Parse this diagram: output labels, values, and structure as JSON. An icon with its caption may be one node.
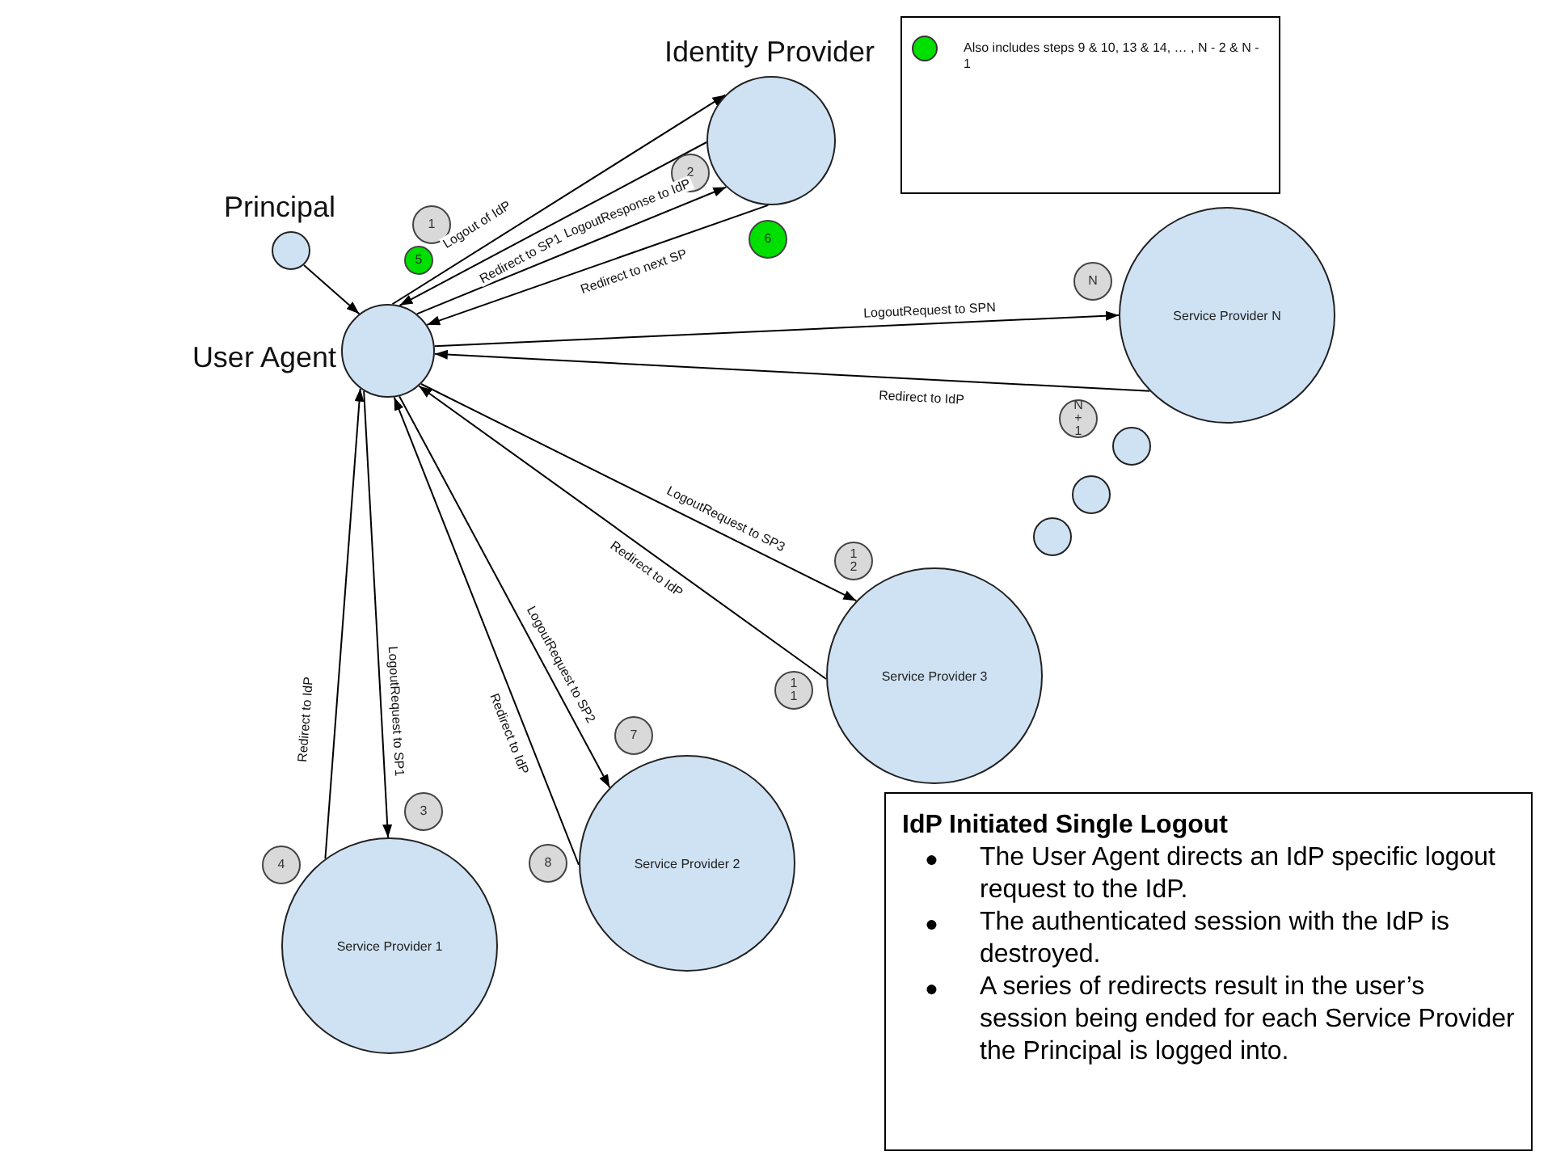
{
  "diagram": {
    "nodes": [
      {
        "text": [
          "Identity Provider"
        ]
      },
      {
        "text": [
          "Principal"
        ]
      },
      {
        "text": [
          "User Agent"
        ]
      },
      {
        "text": [
          "Service Provider N"
        ]
      },
      {
        "text": [
          "Service Provider 3"
        ]
      },
      {
        "text": [
          "Service Provider 2"
        ]
      },
      {
        "text": [
          "Service Provider 1"
        ]
      },
      {
        "text": [],
        "shape": "circle"
      },
      {
        "text": [],
        "shape": "circle"
      },
      {
        "text": [],
        "shape": "circle"
      },
      {
        "text": [
          "1"
        ]
      },
      {
        "text": [
          "2"
        ]
      },
      {
        "text": [
          "5"
        ]
      },
      {
        "text": [
          "6"
        ]
      },
      {
        "text": [
          "N"
        ]
      },
      {
        "text": [
          "N + 1"
        ]
      },
      {
        "text": [
          "12"
        ]
      },
      {
        "text": [
          "11"
        ]
      },
      {
        "text": [
          "7"
        ]
      },
      {
        "text": [
          "3"
        ]
      },
      {
        "text": [
          "4"
        ]
      },
      {
        "text": [
          "8"
        ]
      },
      {
        "text": [
          "IdP Initiated Single Logout",
          "●",
          "The User Agent directs an IdP specific logout request to the IdP.",
          "●",
          "The authenticated session with the IdP is destroyed.",
          "●",
          "A series of redirects result in the user’s session being ended for each Service Provider the Principal is logged into."
        ]
      }
    ],
    "edges": [
      {
        "from": 1,
        "to": 2,
        "arrow": "to"
      },
      {
        "from": 2,
        "to": 0,
        "arrow": "to",
        "label": "Logout of IdP"
      },
      {
        "from": 0,
        "to": 2,
        "arrow": "to",
        "label": "Redirect to SP1"
      },
      {
        "from": 2,
        "to": 0,
        "arrow": "to",
        "label": "LogoutResponse to IdP"
      },
      {
        "from": 0,
        "to": 2,
        "arrow": "to",
        "label": "Redirect to next SP"
      },
      {
        "from": 2,
        "to": 3,
        "arrow": "to",
        "label": "LogoutRequest to SPN"
      },
      {
        "from": 3,
        "to": 2,
        "arrow": "to",
        "label": "Redirect to IdP"
      },
      {
        "from": 2,
        "to": 4,
        "arrow": "to",
        "label": "LogoutRequest to SP3"
      },
      {
        "from": 4,
        "to": 2,
        "arrow": "to",
        "label": "Redirect to IdP"
      },
      {
        "from": 2,
        "to": 5,
        "arrow": "to",
        "label": "LogoutRequest to SP2"
      },
      {
        "from": 5,
        "to": 2,
        "arrow": "to",
        "label": "Redirect to IdP"
      },
      {
        "from": 2,
        "to": 6,
        "arrow": "to",
        "label": "LogoutRequest to SP1"
      },
      {
        "from": 6,
        "to": 2,
        "arrow": "to",
        "label": "Redirect to IdP"
      }
    ],
    "legend": [
      {
        "text": "Also includes steps 9 & 10, 13 & 14, … , N - 2 & N - 1",
        "color": "#00e000"
      }
    ]
  }
}
